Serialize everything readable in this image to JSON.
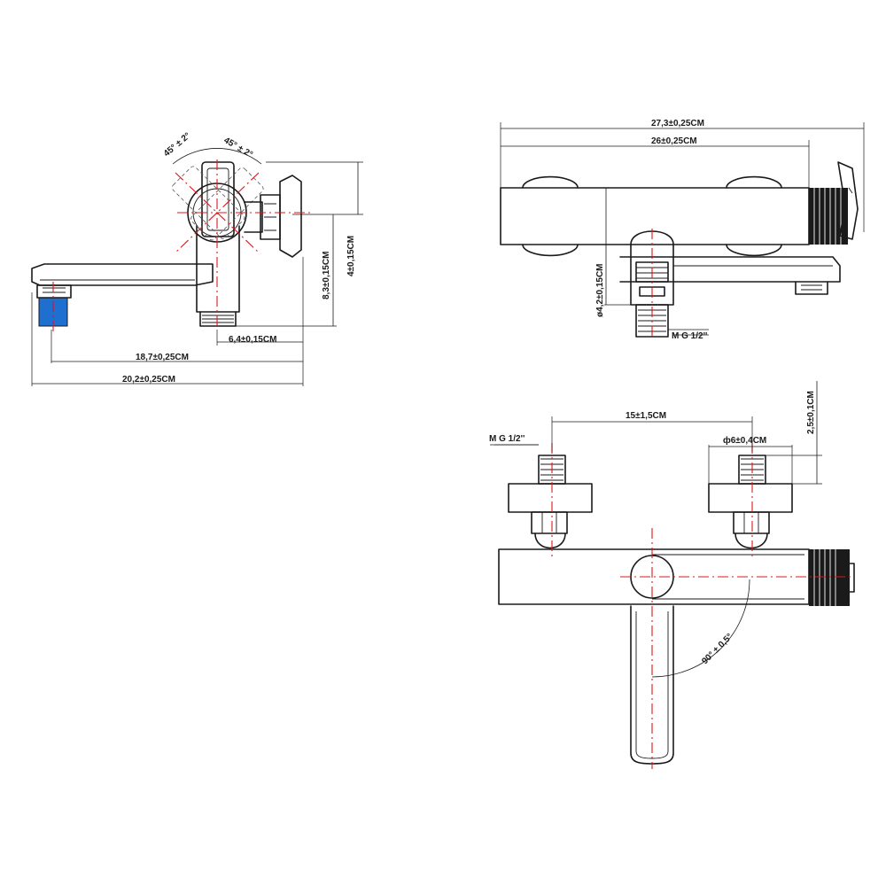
{
  "side_view": {
    "angle_left": "45° ± 2°",
    "angle_right": "45° ± 2°",
    "dim_outlet_offset": "6,4±0,15CM",
    "dim_outlet_length": "18,7±0,25CM",
    "dim_total_length": "20,2±0,25CM",
    "dim_height_inner": "8,3±0,15CM",
    "dim_height_outer": "4±0,15CM"
  },
  "top_view": {
    "dim_total_width": "27,3±0,25CM",
    "dim_body_width": "26±0,25CM",
    "dim_inlet_diameter": "ø4,2±0,15CM",
    "thread_label": "M G 1/2''"
  },
  "front_view": {
    "dim_inlet_spacing": "15±1,5CM",
    "thread_label": "M G 1/2''",
    "dim_eccentric_diameter": "ф6±0,4CM",
    "dim_thread_length": "2,5±0,1CM",
    "angle_lever": "90° ± 0,5°"
  },
  "colors": {
    "line": "#1a1a1a",
    "centerline": "#e0141b",
    "aerator": "#1e6fd0"
  }
}
